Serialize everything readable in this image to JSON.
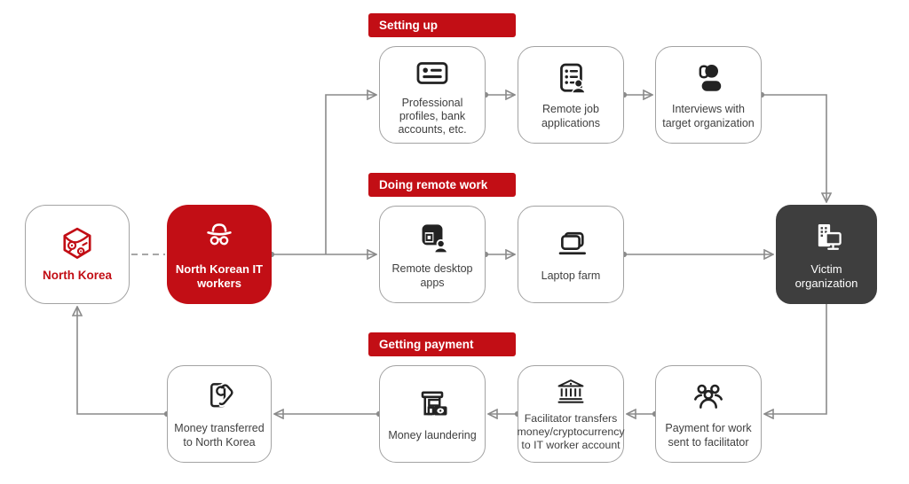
{
  "colors": {
    "accent_red": "#c20e15",
    "dark_box": "#3e3e3e",
    "connector_gray": "#8a8a8a",
    "box_border": "#a3a3a3",
    "text_dark": "#3f3f3f"
  },
  "sections": [
    {
      "id": "setting-up",
      "label": "Setting up"
    },
    {
      "id": "doing-remote-work",
      "label": "Doing remote work"
    },
    {
      "id": "getting-payment",
      "label": "Getting payment"
    }
  ],
  "nodes": [
    {
      "id": "north-korea",
      "label": "North Korea",
      "icon": "north-korea-emblem-icon",
      "style": "white-red-text"
    },
    {
      "id": "it-workers",
      "label": "North Korean IT workers",
      "icon": "spy-incognito-icon",
      "style": "red"
    },
    {
      "id": "professional-profiles",
      "label": "Professional profiles, bank accounts, etc.",
      "icon": "id-card-icon",
      "style": "default"
    },
    {
      "id": "remote-job-applications",
      "label": "Remote job applications",
      "icon": "job-application-list-icon",
      "style": "default"
    },
    {
      "id": "interviews",
      "label": "Interviews with target organization",
      "icon": "person-headset-icon",
      "style": "default"
    },
    {
      "id": "remote-desktop-apps",
      "label": "Remote desktop apps",
      "icon": "app-window-user-icon",
      "style": "default"
    },
    {
      "id": "laptop-farm",
      "label": "Laptop farm",
      "icon": "laptop-stack-icon",
      "style": "default"
    },
    {
      "id": "victim-organization",
      "label": "Victim organization",
      "icon": "building-monitor-icon",
      "style": "dark"
    },
    {
      "id": "payment-to-facilitator",
      "label": "Payment for work sent to facilitator",
      "icon": "people-group-icon",
      "style": "default"
    },
    {
      "id": "facilitator-transfers",
      "label": "Facilitator transfers money/cryptocurrency to IT worker account",
      "icon": "bank-icon",
      "style": "default"
    },
    {
      "id": "money-laundering",
      "label": "Money laundering",
      "icon": "storefront-cash-icon",
      "style": "default"
    },
    {
      "id": "money-transferred",
      "label": "Money transferred to North Korea",
      "icon": "cash-in-hand-icon",
      "style": "default"
    }
  ],
  "edges": [
    {
      "from": "north-korea",
      "to": "it-workers",
      "style": "dashed"
    },
    {
      "from": "it-workers",
      "to": "professional-profiles",
      "style": "arrow"
    },
    {
      "from": "it-workers",
      "to": "remote-desktop-apps",
      "style": "arrow"
    },
    {
      "from": "professional-profiles",
      "to": "remote-job-applications",
      "style": "arrow"
    },
    {
      "from": "remote-job-applications",
      "to": "interviews",
      "style": "arrow"
    },
    {
      "from": "interviews",
      "to": "victim-organization",
      "style": "arrow"
    },
    {
      "from": "remote-desktop-apps",
      "to": "laptop-farm",
      "style": "arrow"
    },
    {
      "from": "laptop-farm",
      "to": "victim-organization",
      "style": "arrow"
    },
    {
      "from": "victim-organization",
      "to": "payment-to-facilitator",
      "style": "arrow"
    },
    {
      "from": "payment-to-facilitator",
      "to": "facilitator-transfers",
      "style": "arrow"
    },
    {
      "from": "facilitator-transfers",
      "to": "money-laundering",
      "style": "arrow"
    },
    {
      "from": "money-laundering",
      "to": "money-transferred",
      "style": "arrow"
    },
    {
      "from": "money-transferred",
      "to": "north-korea",
      "style": "arrow"
    }
  ]
}
